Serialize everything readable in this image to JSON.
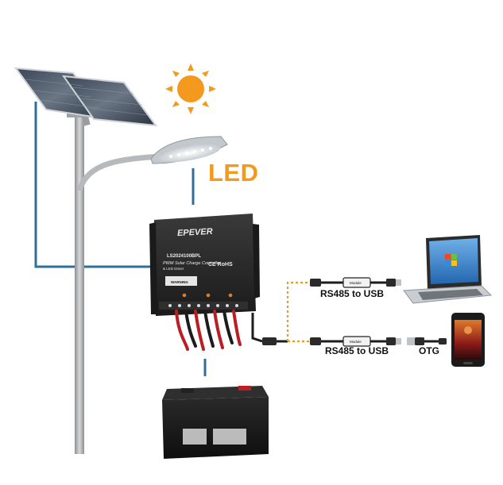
{
  "labels": {
    "led": "LED",
    "rs485_top": "RS485 to USB",
    "rs485_bottom": "RS485 to USB",
    "otg": "OTG"
  },
  "controller": {
    "brand": "EPEVER",
    "model": "LS2024100BPL",
    "product": "PWM Solar Charge Controller",
    "subtitle": "& LED Driver",
    "certifications": "CE RoHS",
    "warning": "WARNING"
  },
  "modules": {
    "top": "Module",
    "bottom": "Module"
  },
  "colors": {
    "wire_blue": "#2f6f9e",
    "accent_orange": "#f39a1e",
    "dotted_line": "#e89a2a",
    "controller_body": "#2a2a2a",
    "pole_gray": "#a9acae"
  }
}
